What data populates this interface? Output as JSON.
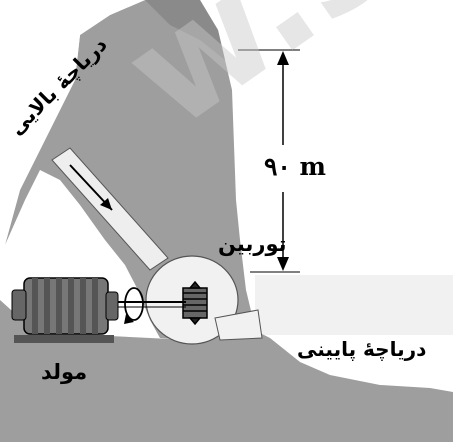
{
  "labels": {
    "upper_reservoir": "دریاچهٔ بالایی",
    "turbine": "توربین",
    "height": "۹۰ m",
    "lower_reservoir": "دریاچهٔ پایینی",
    "generator": "مولد"
  },
  "watermark_text": "w.sa",
  "colors": {
    "terrain": "#9e9e9e",
    "terrain_dark": "#7c7c7c",
    "water": "#f1f1f1",
    "sky": "#ffffff",
    "outline": "#000000"
  }
}
